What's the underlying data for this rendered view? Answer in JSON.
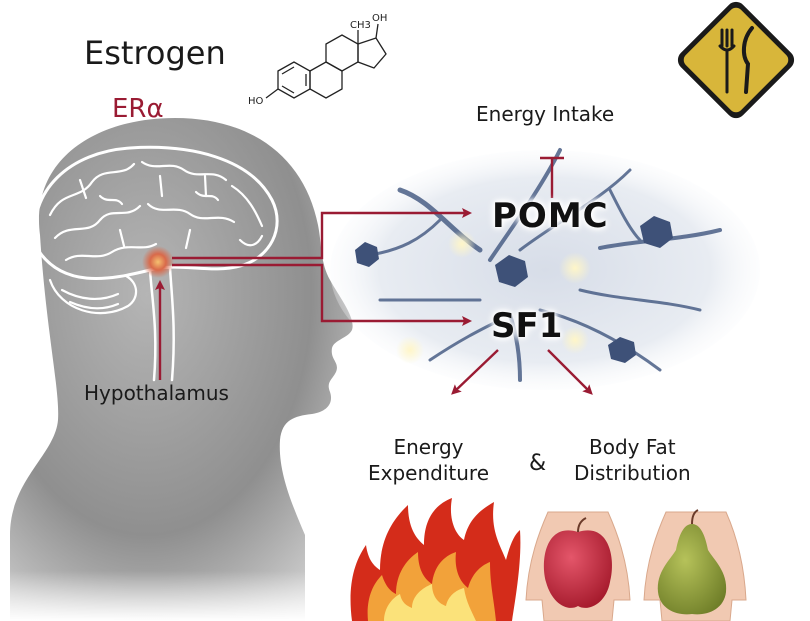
{
  "title": "Estrogen",
  "receptor": "ERα",
  "region": "Hypothalamus",
  "intake": "Energy Intake",
  "neurons": {
    "pomc": "POMC",
    "sf1": "SF1"
  },
  "outcomes": {
    "expenditure_line1": "Energy",
    "expenditure_line2": "Expenditure",
    "connector": "&",
    "fat_line1": "Body Fat",
    "fat_line2": "Distribution"
  },
  "molecule": {
    "ch3": "CH3",
    "oh_top": "OH",
    "oh_left": "HO"
  },
  "colors": {
    "accent": "#9a1b33",
    "sign_fill": "#d8b63a",
    "head_gray": "#8a8a8a",
    "neuron_blue": "#4a5f86",
    "apple_red": "#c9283a",
    "pear_green": "#8a9a3a"
  },
  "icons": {
    "sign": "fork-knife-sign-icon"
  }
}
